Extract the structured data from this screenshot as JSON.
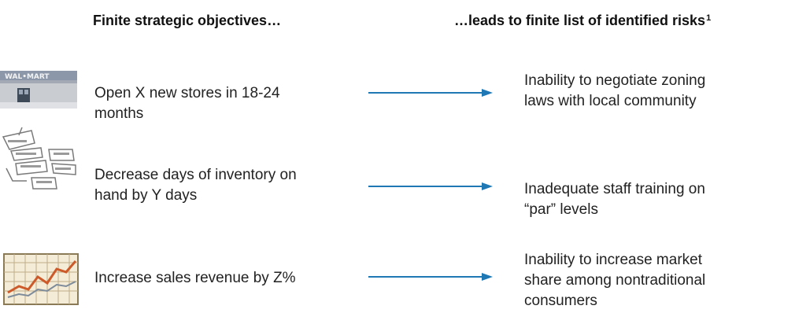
{
  "headers": {
    "left": "Finite strategic objectives…",
    "right": "…leads to finite list of identified risks",
    "right_superscript": "1"
  },
  "rows": [
    {
      "objective": {
        "line1": "Open X new stores in 18-24",
        "line2": "months"
      },
      "risk": {
        "line1": "Inability to negotiate zoning",
        "line2": "laws with local community",
        "line3": ""
      },
      "thumbnail": {
        "icon": "store-building-icon",
        "sign_text": "WAL•MART"
      }
    },
    {
      "objective": {
        "line1": "Decrease days of inventory on",
        "line2": "hand by Y days"
      },
      "risk": {
        "line1": "Inadequate staff training on",
        "line2": "“par” levels",
        "line3": ""
      },
      "thumbnail": {
        "icon": "inventory-sheet-icon"
      }
    },
    {
      "objective": {
        "line1": "Increase sales revenue by Z%",
        "line2": ""
      },
      "risk": {
        "line1": "Inability to increase market",
        "line2": "share among nontraditional",
        "line3": "consumers"
      },
      "thumbnail": {
        "icon": "sales-chart-icon"
      }
    }
  ],
  "colors": {
    "arrow": "#1f77b4",
    "chart_line": "#cc5a2a"
  }
}
